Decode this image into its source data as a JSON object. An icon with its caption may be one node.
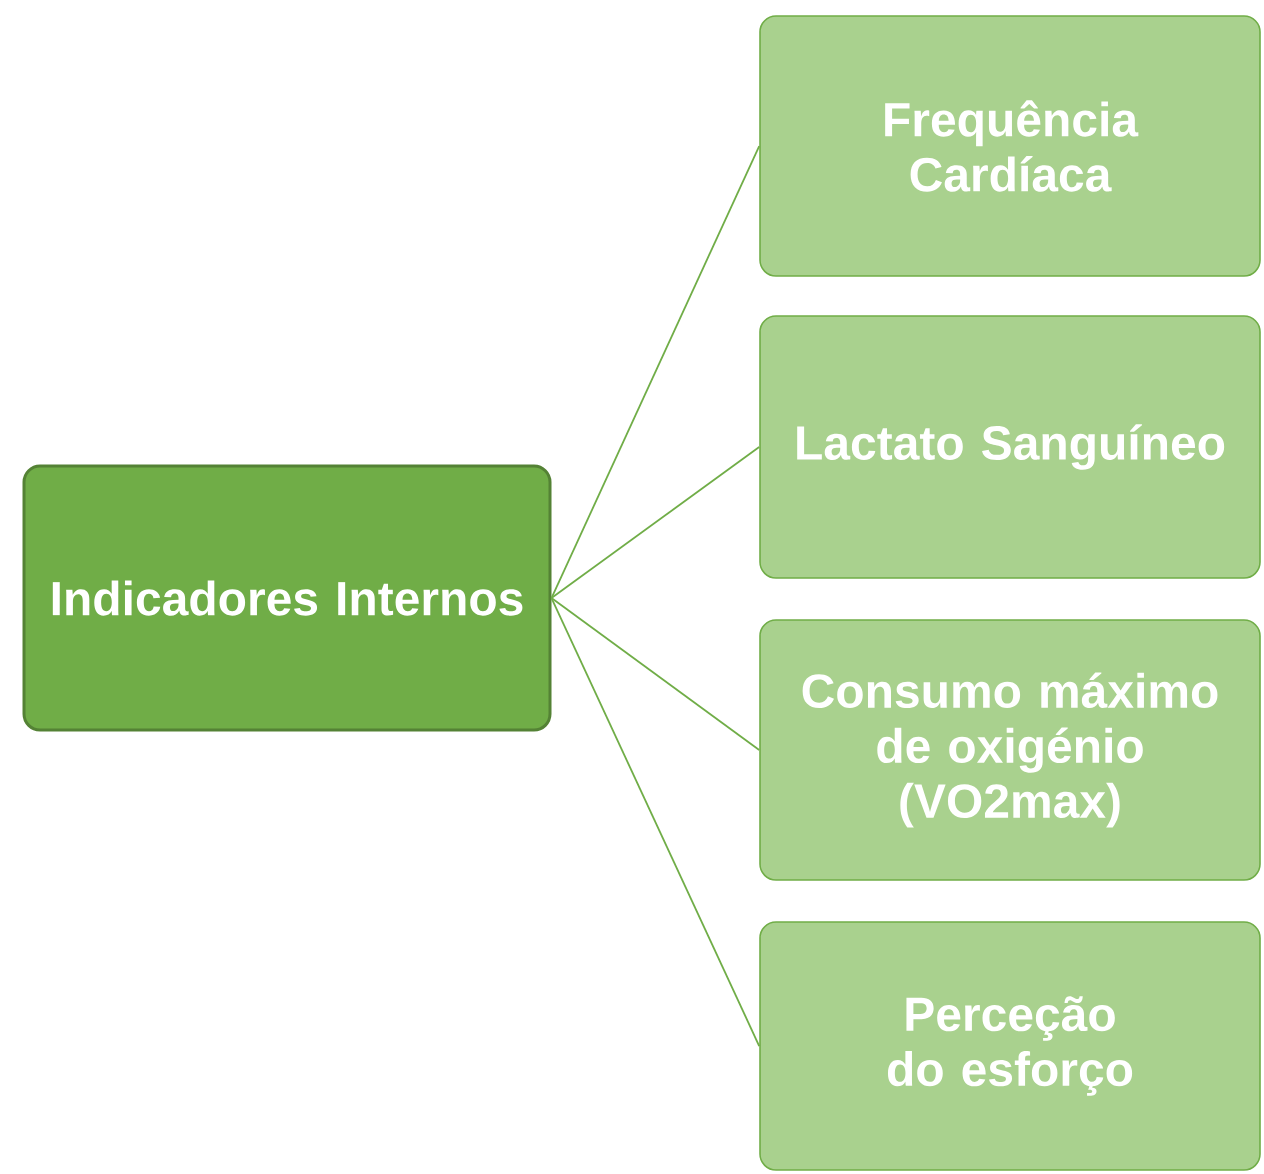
{
  "diagram": {
    "nodes": [
      {
        "text": [
          "Indicadores Internos"
        ]
      },
      {
        "text": [
          "Frequência Cardíaca"
        ]
      },
      {
        "text": [
          "Lactato Sanguíneo"
        ]
      },
      {
        "text": [
          "Consumo máximo de oxigénio (VO2max)"
        ]
      },
      {
        "text": [
          "Perceção do esforço"
        ]
      }
    ],
    "edges": [
      {
        "from": 0,
        "to": 1,
        "arrow": "none"
      },
      {
        "from": 0,
        "to": 2,
        "arrow": "none"
      },
      {
        "from": 0,
        "to": 3,
        "arrow": "none"
      },
      {
        "from": 0,
        "to": 4,
        "arrow": "none"
      }
    ]
  }
}
